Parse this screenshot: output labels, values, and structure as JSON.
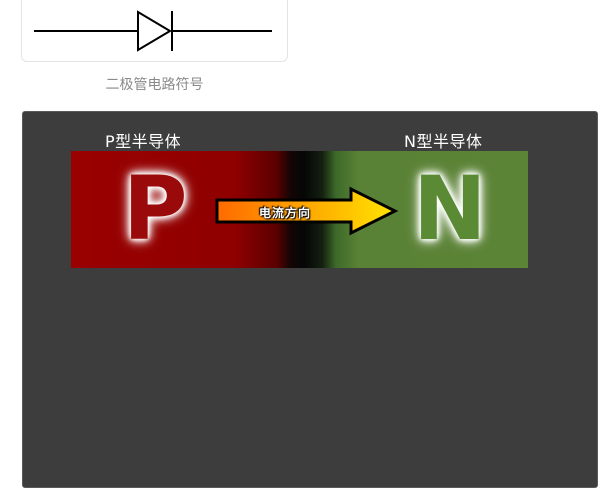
{
  "symbol": {
    "caption": "二极管电路符号",
    "icon": "diode-symbol-icon"
  },
  "diagram": {
    "p_label": "P型半导体",
    "n_label": "N型半导体",
    "p_letter": "P",
    "n_letter": "N",
    "arrow_text": "电流方向",
    "colors": {
      "p_region": "#9a0000",
      "n_region": "#5c8436",
      "panel_bg": "#3d3d3d",
      "arrow_fill_start": "#ff6a00",
      "arrow_fill_end": "#ffe400"
    }
  }
}
